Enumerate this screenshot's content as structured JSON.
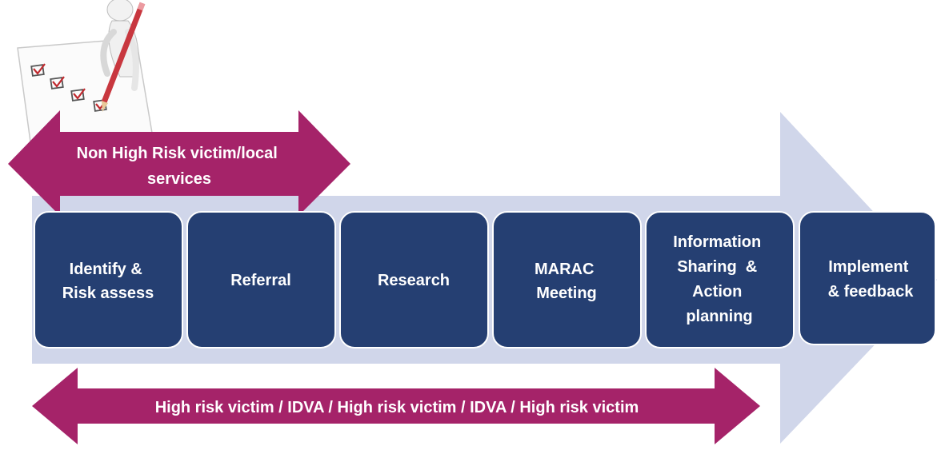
{
  "colors": {
    "background_arrow": "#d0d6ea",
    "step_box": "#253f72",
    "step_box_border": "#ffffff",
    "pathway_arrow": "#a52369",
    "text": "#ffffff"
  },
  "icons": {
    "checklist": "person-with-pencil-checklist-icon"
  },
  "steps": [
    {
      "lines": [
        "Identify &",
        "Risk assess"
      ]
    },
    {
      "lines": [
        "Referral"
      ]
    },
    {
      "lines": [
        "Research"
      ]
    },
    {
      "lines": [
        "MARAC",
        "Meeting"
      ]
    },
    {
      "lines": [
        "Information",
        "Sharing  &",
        "Action",
        "planning"
      ]
    },
    {
      "lines": [
        "Implement",
        "& feedback"
      ]
    }
  ],
  "top_arrow": {
    "lines": [
      "Non High Risk victim/local",
      "services"
    ]
  },
  "bottom_arrow": {
    "label": "High risk victim / IDVA / High risk victim / IDVA / High risk victim"
  }
}
